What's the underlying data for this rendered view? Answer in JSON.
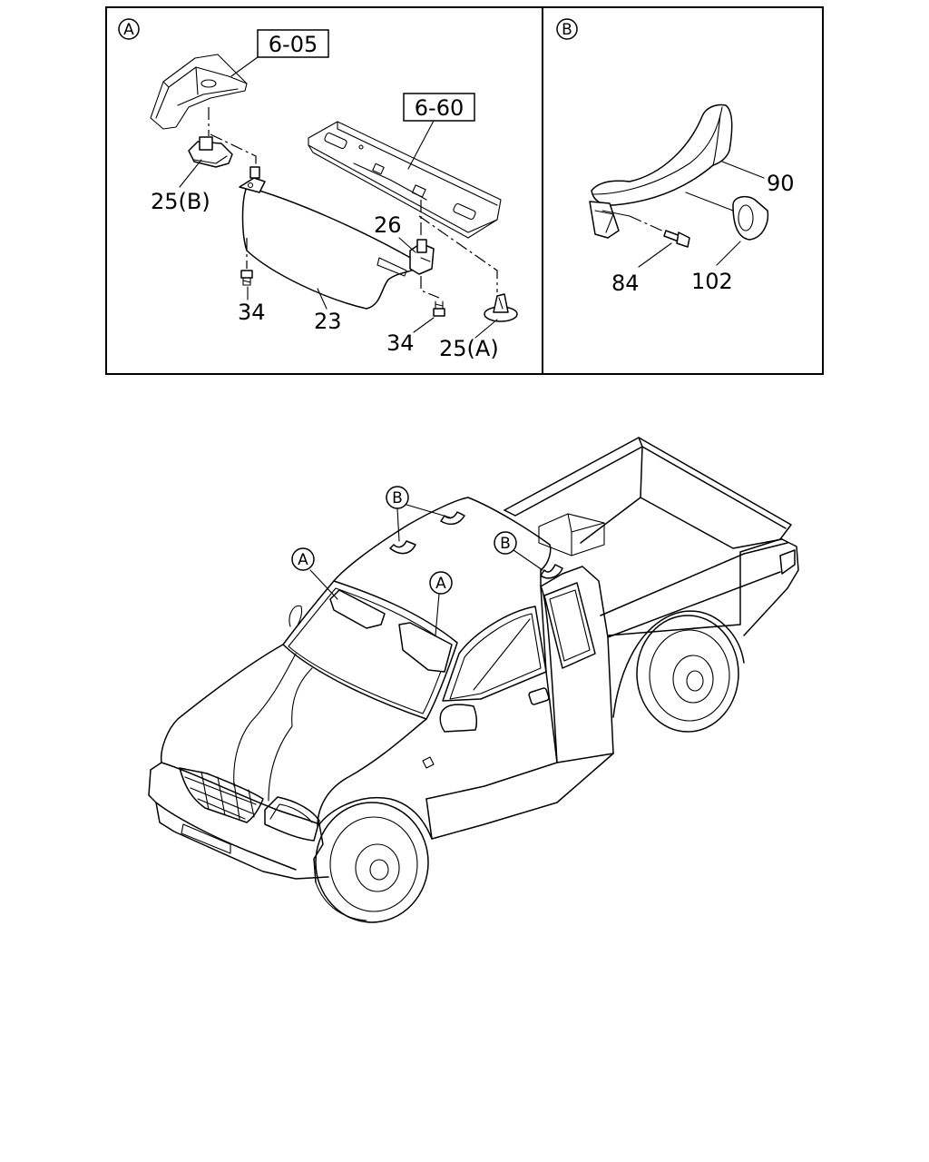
{
  "panels": {
    "a": {
      "marker": "A",
      "refs": [
        "6-05",
        "6-60"
      ],
      "callouts": {
        "p25b": "25(B)",
        "p26": "26",
        "p34_left": "34",
        "p23": "23",
        "p34_right": "34",
        "p25a": "25(A)"
      }
    },
    "b": {
      "marker": "B",
      "callouts": {
        "p90": "90",
        "p84": "84",
        "p102": "102"
      }
    }
  },
  "vehicle_markers": {
    "a_left": "A",
    "a_right": "A",
    "b_top": "B",
    "b_rear": "B"
  }
}
